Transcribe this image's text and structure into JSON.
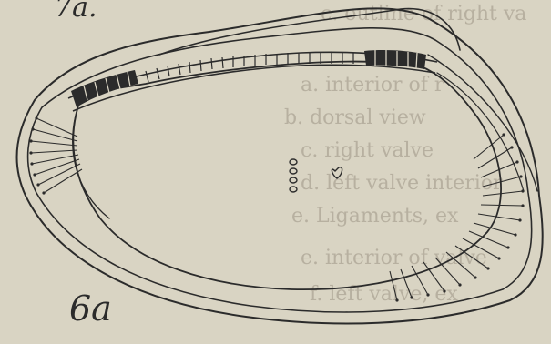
{
  "figure": {
    "top_label": "7a.",
    "main_label": "6a",
    "background_text_lines": [
      "c. outline of right va",
      "a. interior of r",
      "b. dorsal view",
      "c. right valve",
      "d. left valve interior",
      "e. Ligaments, ex",
      "e. interior of valve",
      "f. left valve, ex"
    ]
  },
  "colors": {
    "paper": "#d9d4c3",
    "ink": "#2b2b2b",
    "faded_text": "#b7b0a0"
  }
}
